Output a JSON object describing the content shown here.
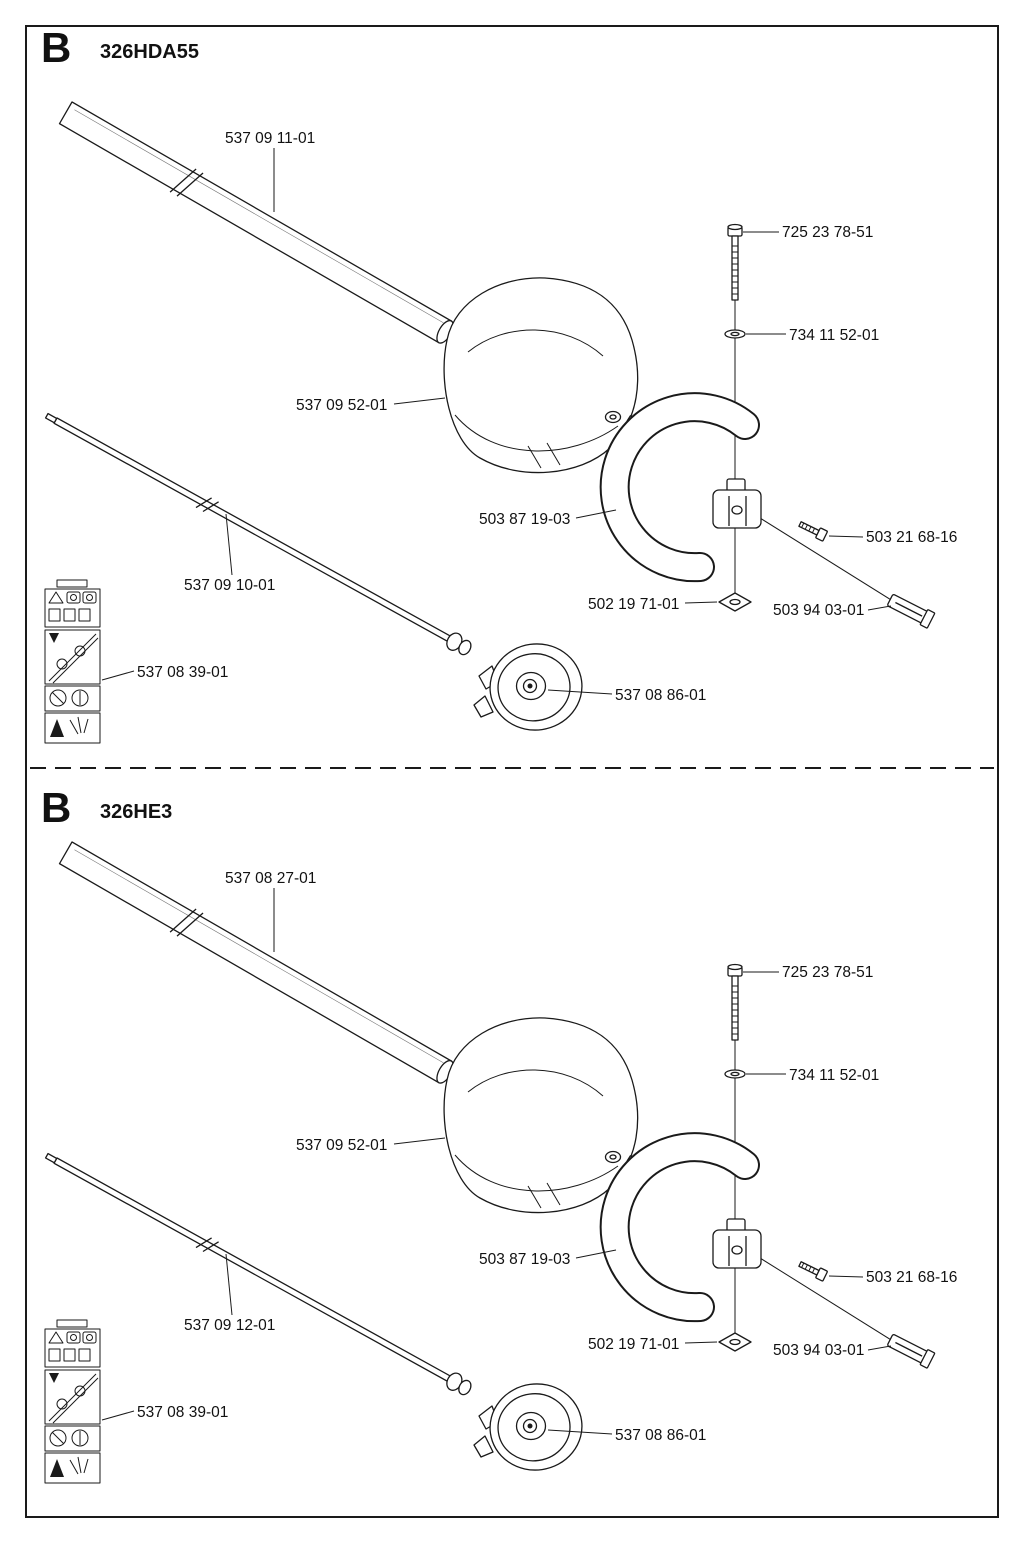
{
  "colors": {
    "background": "#ffffff",
    "line": "#1a1a1a",
    "text": "#111111"
  },
  "sections": [
    {
      "header_letter": "B",
      "model": "326HDA55",
      "labels": {
        "shaft_tube": "537 09 11-01",
        "bolt": "725 23 78-51",
        "washer": "734 11 52-01",
        "guard": "537 09 52-01",
        "loop_handle": "503 87 19-03",
        "screw": "503 21 68-16",
        "drive_shaft": "537 09 10-01",
        "nut": "502 19 71-01",
        "tool": "503 94 03-01",
        "safety_decal": "537 08 39-01",
        "trimmer_head": "537 08 86-01"
      }
    },
    {
      "header_letter": "B",
      "model": "326HE3",
      "labels": {
        "shaft_tube": "537 08 27-01",
        "bolt": "725 23 78-51",
        "washer": "734 11 52-01",
        "guard": "537 09 52-01",
        "loop_handle": "503 87 19-03",
        "screw": "503 21 68-16",
        "drive_shaft": "537 09 12-01",
        "nut": "502 19 71-01",
        "tool": "503 94 03-01",
        "safety_decal": "537 08 39-01",
        "trimmer_head": "537 08 86-01"
      }
    }
  ]
}
